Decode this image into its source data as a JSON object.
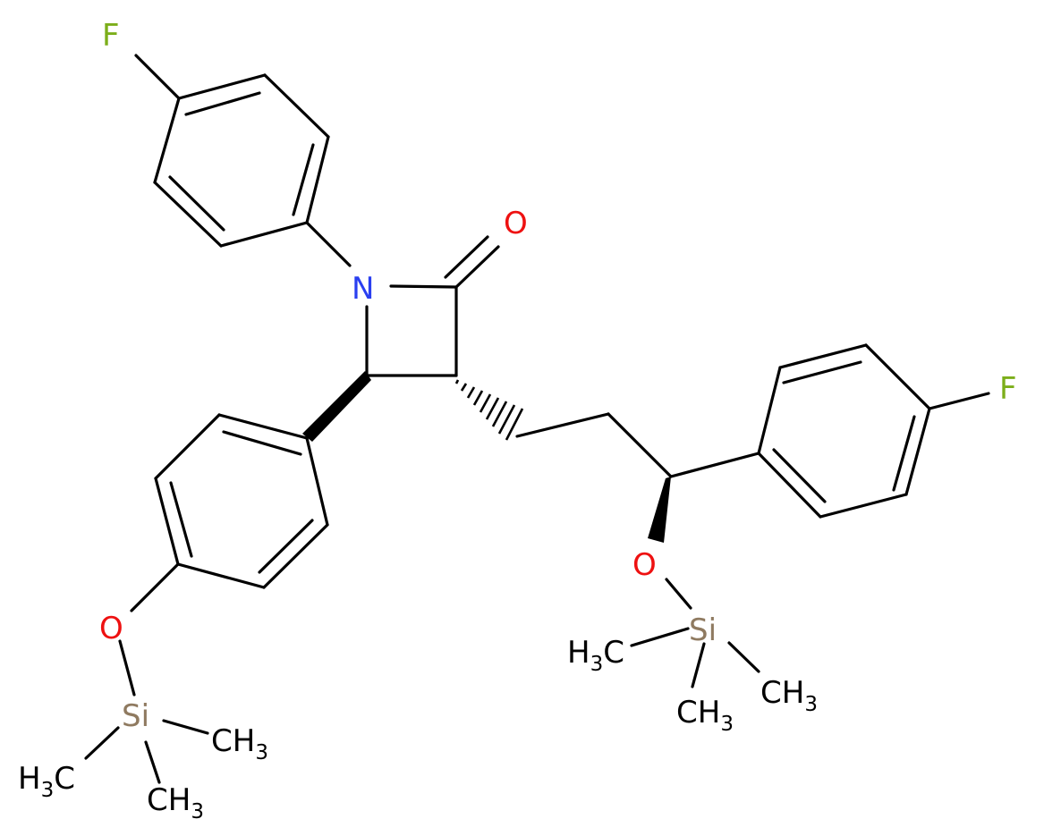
{
  "colors": {
    "bond": "#000000",
    "fluorine": "#7cae1a",
    "nitrogen": "#2a3ff0",
    "oxygen": "#ee1111",
    "silicon": "#8f7a60",
    "carbon_label": "#000000"
  },
  "atoms": {
    "f_top": "F",
    "n_lactam": "N",
    "o_carbonyl": "O",
    "f_right": "F",
    "o_phenoxy": "O",
    "si_left": "Si",
    "o_alkoxy": "O",
    "si_right": "Si"
  },
  "methyls": {
    "si_left_me_right": {
      "main": "CH",
      "count": "3"
    },
    "si_left_me_left": {
      "pre": "H",
      "count": "3",
      "post": "C"
    },
    "si_left_me_bottom": {
      "main": "CH",
      "count": "3"
    },
    "si_right_me_left": {
      "pre": "H",
      "count": "3",
      "post": "C"
    },
    "si_right_me_right": {
      "main": "CH",
      "count": "3"
    },
    "si_right_me_bottom": {
      "main": "CH",
      "count": "3"
    }
  }
}
